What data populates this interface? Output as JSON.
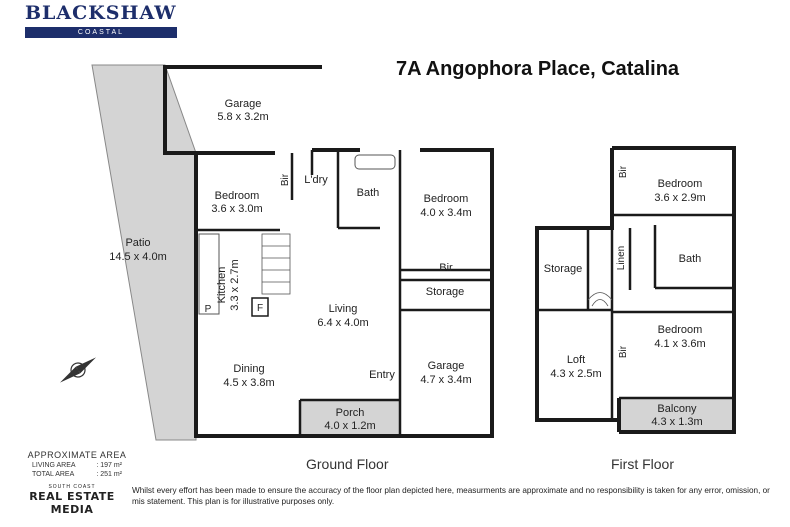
{
  "branding": {
    "logo_name": "BLACKSHAW",
    "logo_sub": "COASTAL",
    "brand_color": "#1d2e6b"
  },
  "address": "7A Angophora Place, Catalina",
  "floors": {
    "ground_label": "Ground Floor",
    "first_label": "First Floor"
  },
  "rooms": {
    "garage_top": {
      "name": "Garage",
      "dims": "5.8 x 3.2m"
    },
    "bedroom_left": {
      "name": "Bedroom",
      "dims": "3.6 x 3.0m"
    },
    "bir_left": "Bir",
    "laundry": "L'dry",
    "bath_ground": "Bath",
    "bedroom_right": {
      "name": "Bedroom",
      "dims": "4.0 x 3.4m"
    },
    "bir_right": "Bir",
    "patio": {
      "name": "Patio",
      "dims": "14.5 x 4.0m"
    },
    "kitchen": {
      "name": "Kitchen",
      "dims": "3.3 x 2.7m"
    },
    "pantry": "P",
    "fridge": "F",
    "storage_ground": "Storage",
    "living": {
      "name": "Living",
      "dims": "6.4 x 4.0m"
    },
    "dining": {
      "name": "Dining",
      "dims": "4.5 x 3.8m"
    },
    "entry": "Entry",
    "garage_bottom": {
      "name": "Garage",
      "dims": "4.7 x 3.4m"
    },
    "porch": {
      "name": "Porch",
      "dims": "4.0 x 1.2m"
    },
    "bir_first_top": "Bir",
    "bedroom_first_top": {
      "name": "Bedroom",
      "dims": "3.6 x 2.9m"
    },
    "storage_first": "Storage",
    "linen": "Linen",
    "bath_first": "Bath",
    "bir_first_bottom": "Bir",
    "bedroom_first_bottom": {
      "name": "Bedroom",
      "dims": "4.1 x 3.6m"
    },
    "loft": {
      "name": "Loft",
      "dims": "4.3 x 2.5m"
    },
    "balcony": {
      "name": "Balcony",
      "dims": "4.3 x 1.3m"
    }
  },
  "area": {
    "title": "APPROXIMATE AREA",
    "living_label": "LIVING AREA",
    "living_value": ": 197 m²",
    "total_label": "TOTAL AREA",
    "total_value": ": 251 m²"
  },
  "rem_logo": {
    "small": "SOUTH COAST",
    "big": "REAL ESTATE MEDIA"
  },
  "disclaimer": "Whilst every effort has been made to ensure the accuracy of the floor plan depicted here, measurments are approximate and no responsibility is taken for any error, omission, or mis statement. This plan is for illustrative purposes only.",
  "colors": {
    "wall": "#1a1a1a",
    "outdoor_fill": "#d4d4d4"
  },
  "icons": {
    "compass": "north-arrow-icon"
  }
}
